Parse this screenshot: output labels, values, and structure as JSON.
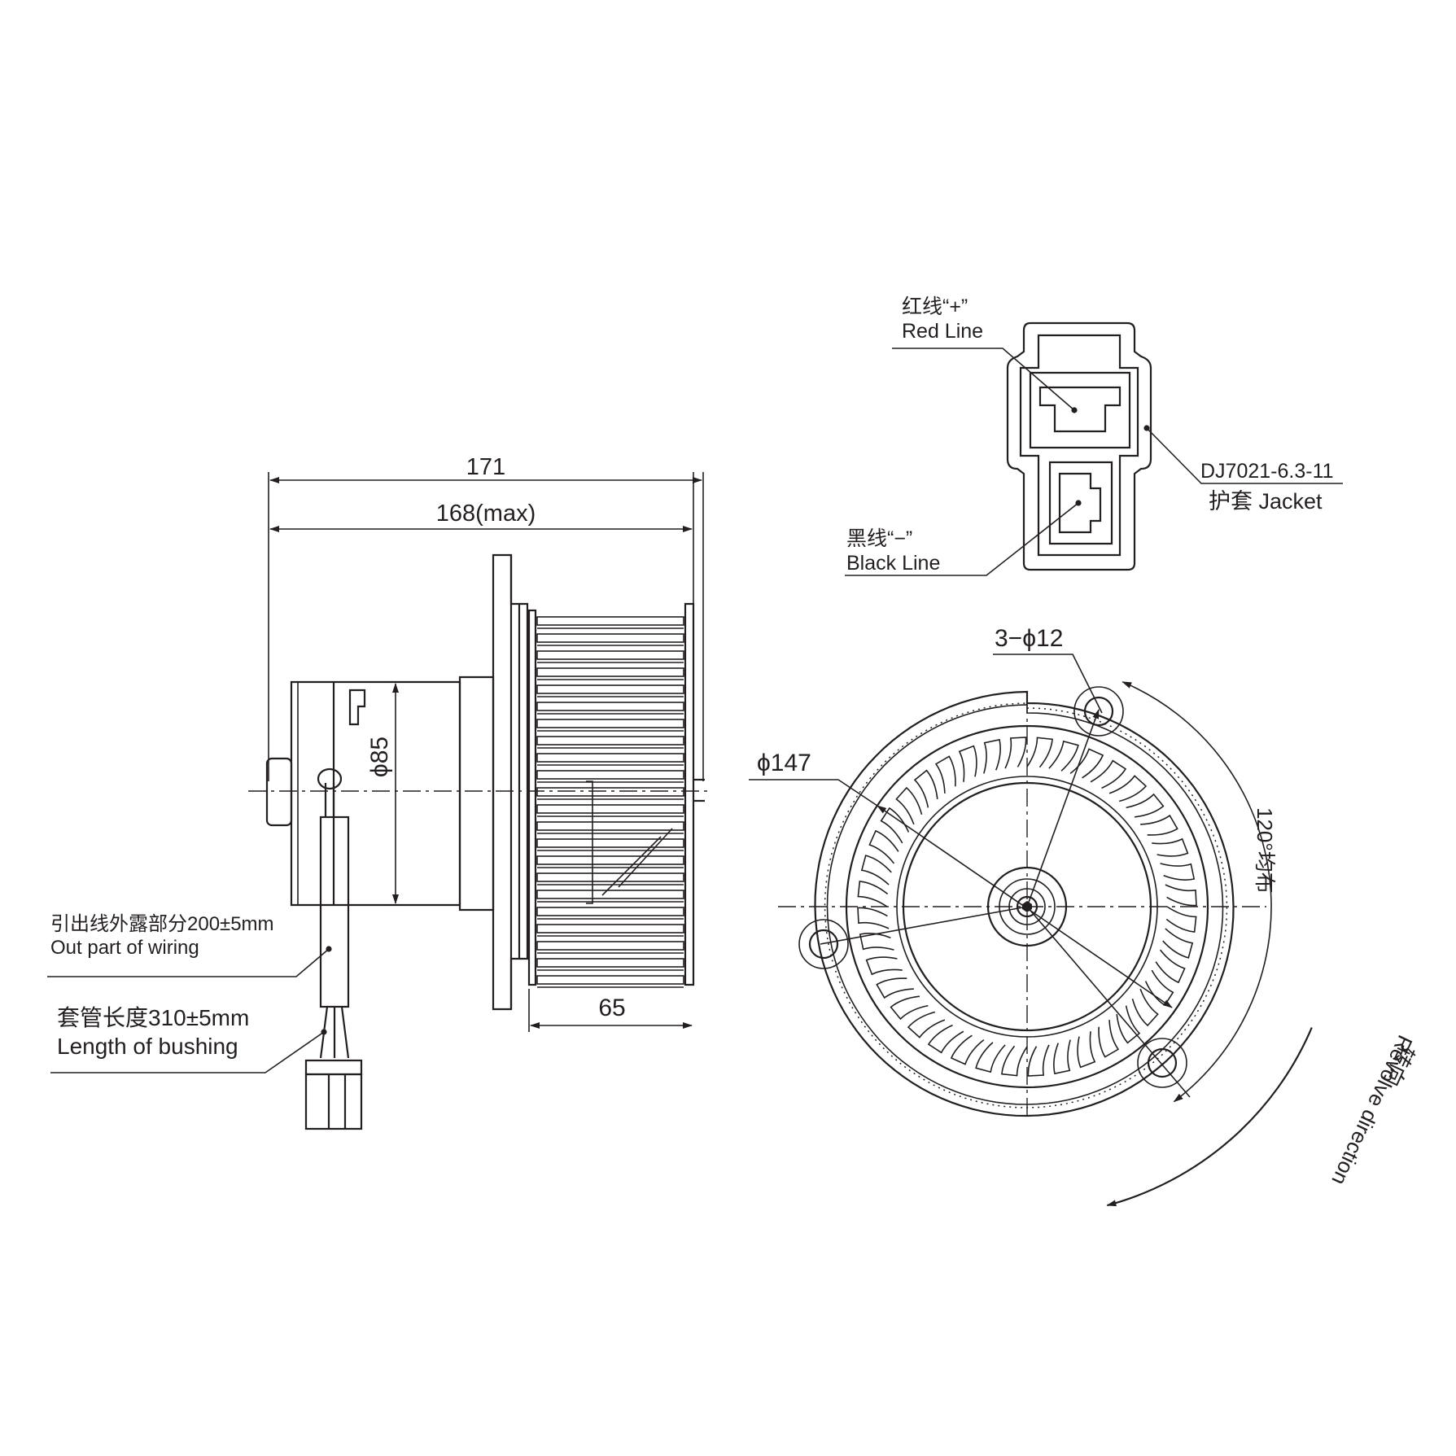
{
  "dimensions": {
    "overall_length": "171",
    "max_length": "168(max)",
    "motor_diameter": "ϕ85",
    "wheel_width": "65",
    "fan_diameter": "ϕ147",
    "mounting_holes": "3−ϕ12",
    "hole_spacing_cn": "120°均布"
  },
  "wiring": {
    "exposed_cn": "引出线外露部分200±5mm",
    "exposed_en": "Out part of wiring",
    "bushing_cn": "套管长度310±5mm",
    "bushing_en": "Length of bushing"
  },
  "connector": {
    "red_cn": "红线“+”",
    "red_en": "Red Line",
    "black_cn": "黑线“−”",
    "black_en": "Black Line",
    "jacket_model": "DJ7021-6.3-11",
    "jacket_label": "护套 Jacket"
  },
  "rotation": {
    "label_cn": "转向",
    "label_en": "Revolve direction"
  }
}
